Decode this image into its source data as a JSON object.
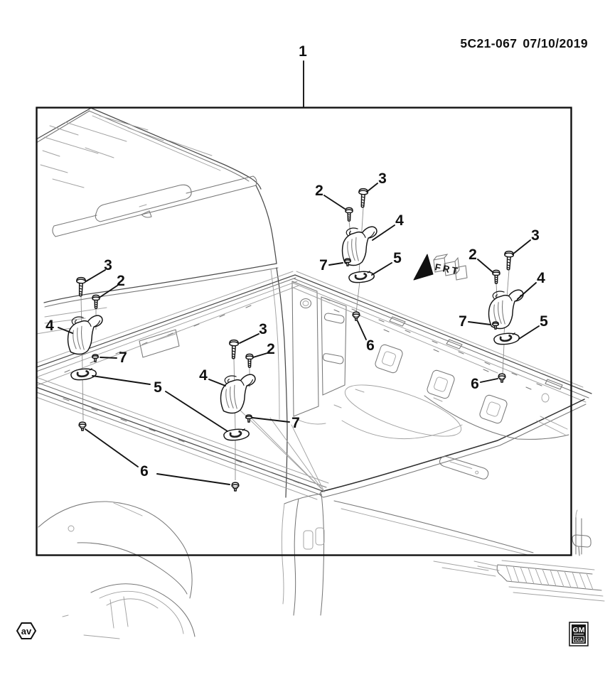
{
  "header": {
    "drawing_number": "5C21-067",
    "date": "07/10/2019"
  },
  "callouts": {
    "1": "1",
    "2": "2",
    "3": "3",
    "4": "4",
    "5": "5",
    "6": "6",
    "7": "7"
  },
  "direction_indicator": "FRT",
  "footer": {
    "left_logo_text": "av",
    "right_logo_text": "GM",
    "right_logo_subtext": "CCA"
  },
  "colors": {
    "line_dark": "#141414",
    "line_medium": "#787878",
    "line_light": "#a2a2a2",
    "background": "#ffffff"
  }
}
